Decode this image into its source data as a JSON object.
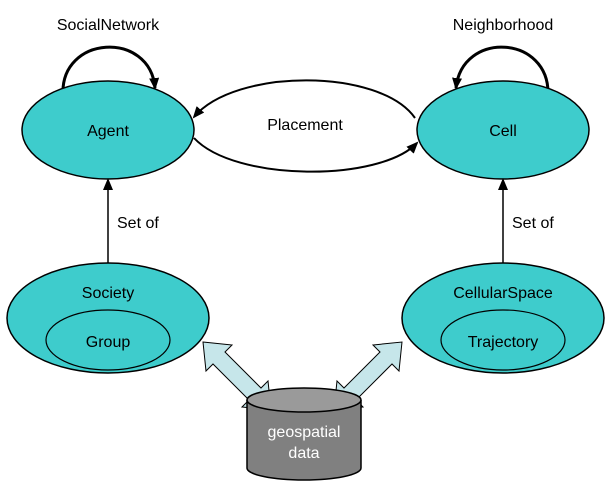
{
  "nodes": {
    "agent": "Agent",
    "cell": "Cell",
    "society": "Society",
    "group": "Group",
    "cellular_space": "CellularSpace",
    "trajectory": "Trajectory",
    "geospatial_line1": "geospatial",
    "geospatial_line2": "data"
  },
  "edges": {
    "social_network": "SocialNetwork",
    "neighborhood": "Neighborhood",
    "placement": "Placement",
    "set_of_left": "Set of",
    "set_of_right": "Set of"
  },
  "colors": {
    "node_fill": "#3ecccc",
    "arrow_fill": "#c6e6ea",
    "cylinder_fill": "#808080",
    "cylinder_top": "#9a9a9a",
    "stroke": "#000000"
  }
}
